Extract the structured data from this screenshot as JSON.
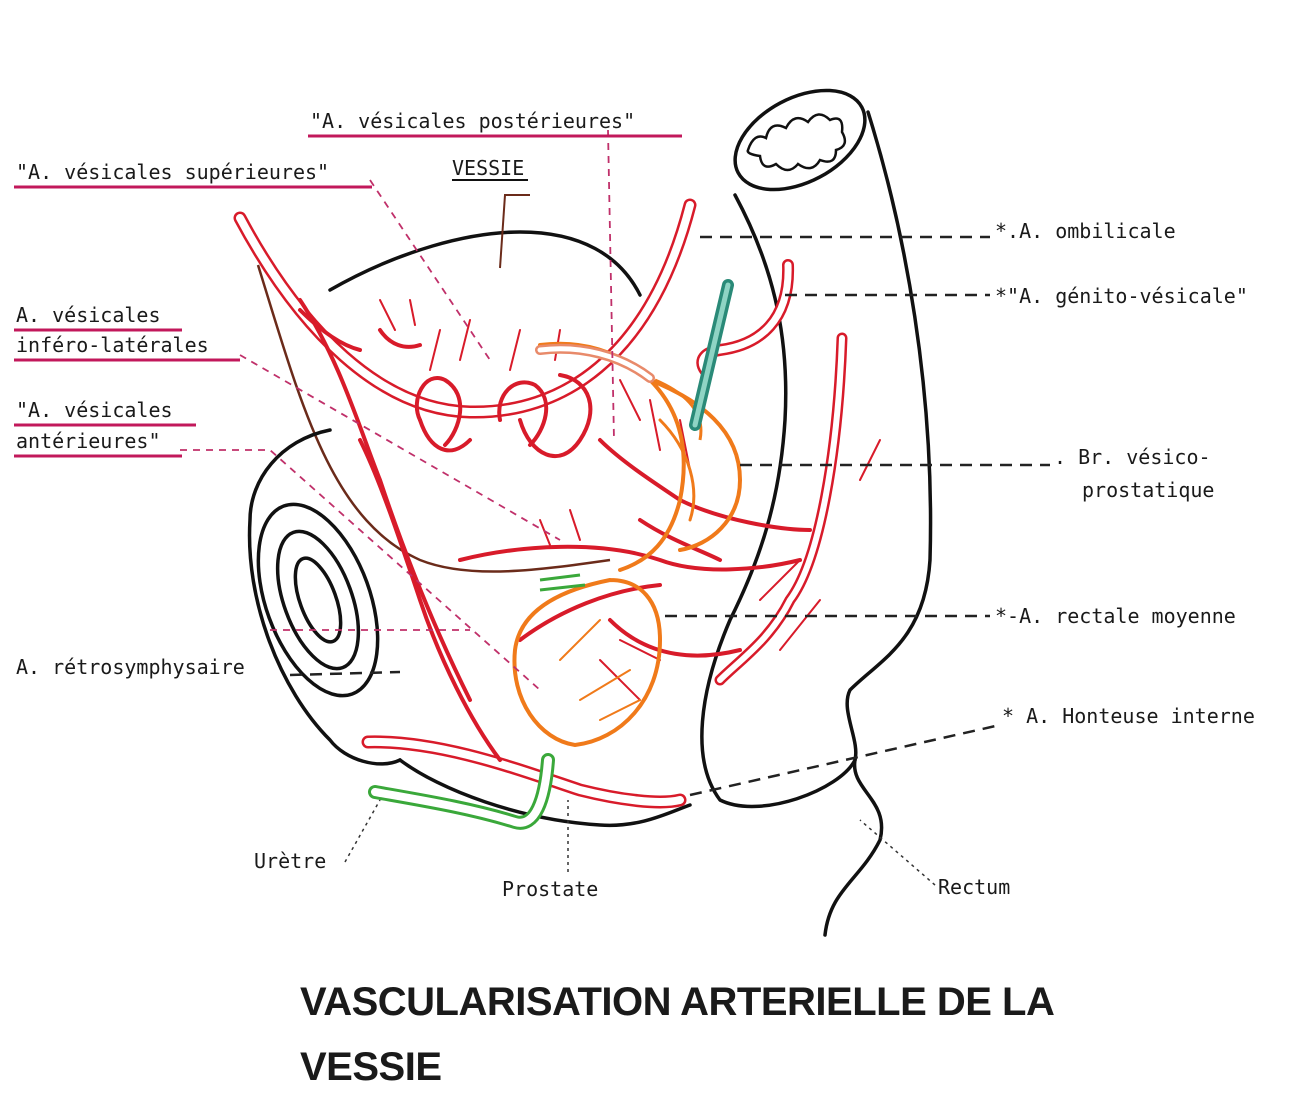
{
  "labels": {
    "vesicales_posterieures": "\"A. vésicales postérieures\"",
    "vesicales_superieures": "\"A. vésicales supérieures\"",
    "vessie": "VESSIE",
    "vesicales_infero_1": "A. vésicales",
    "vesicales_infero_2": "inféro-latérales",
    "vesicales_anterieures_1": "\"A. vésicales",
    "vesicales_anterieures_2": "antérieures\"",
    "retrosymphysaire": "A. rétrosymphysaire",
    "ombilicale": "*.A. ombilicale",
    "genito_vesicale": "*\"A. génito-vésicale\"",
    "br_vesico_1": ". Br. vésico-",
    "br_vesico_2": "prostatique",
    "rectale_moyenne": "*-A. rectale moyenne",
    "honteuse_interne": "* A. Honteuse interne",
    "uretre": "Urètre",
    "prostate": "Prostate",
    "rectum": "Rectum"
  },
  "title": {
    "line1": "VASCULARISATION ARTERIELLE DE LA",
    "line2": "VESSIE"
  },
  "colors": {
    "artery": "#d81b2a",
    "orange_vessel": "#f07a1a",
    "urethra": "#3aa83a",
    "ureter": "#2a8a78",
    "label_underline": "#c2185b",
    "outline": "#111111"
  }
}
